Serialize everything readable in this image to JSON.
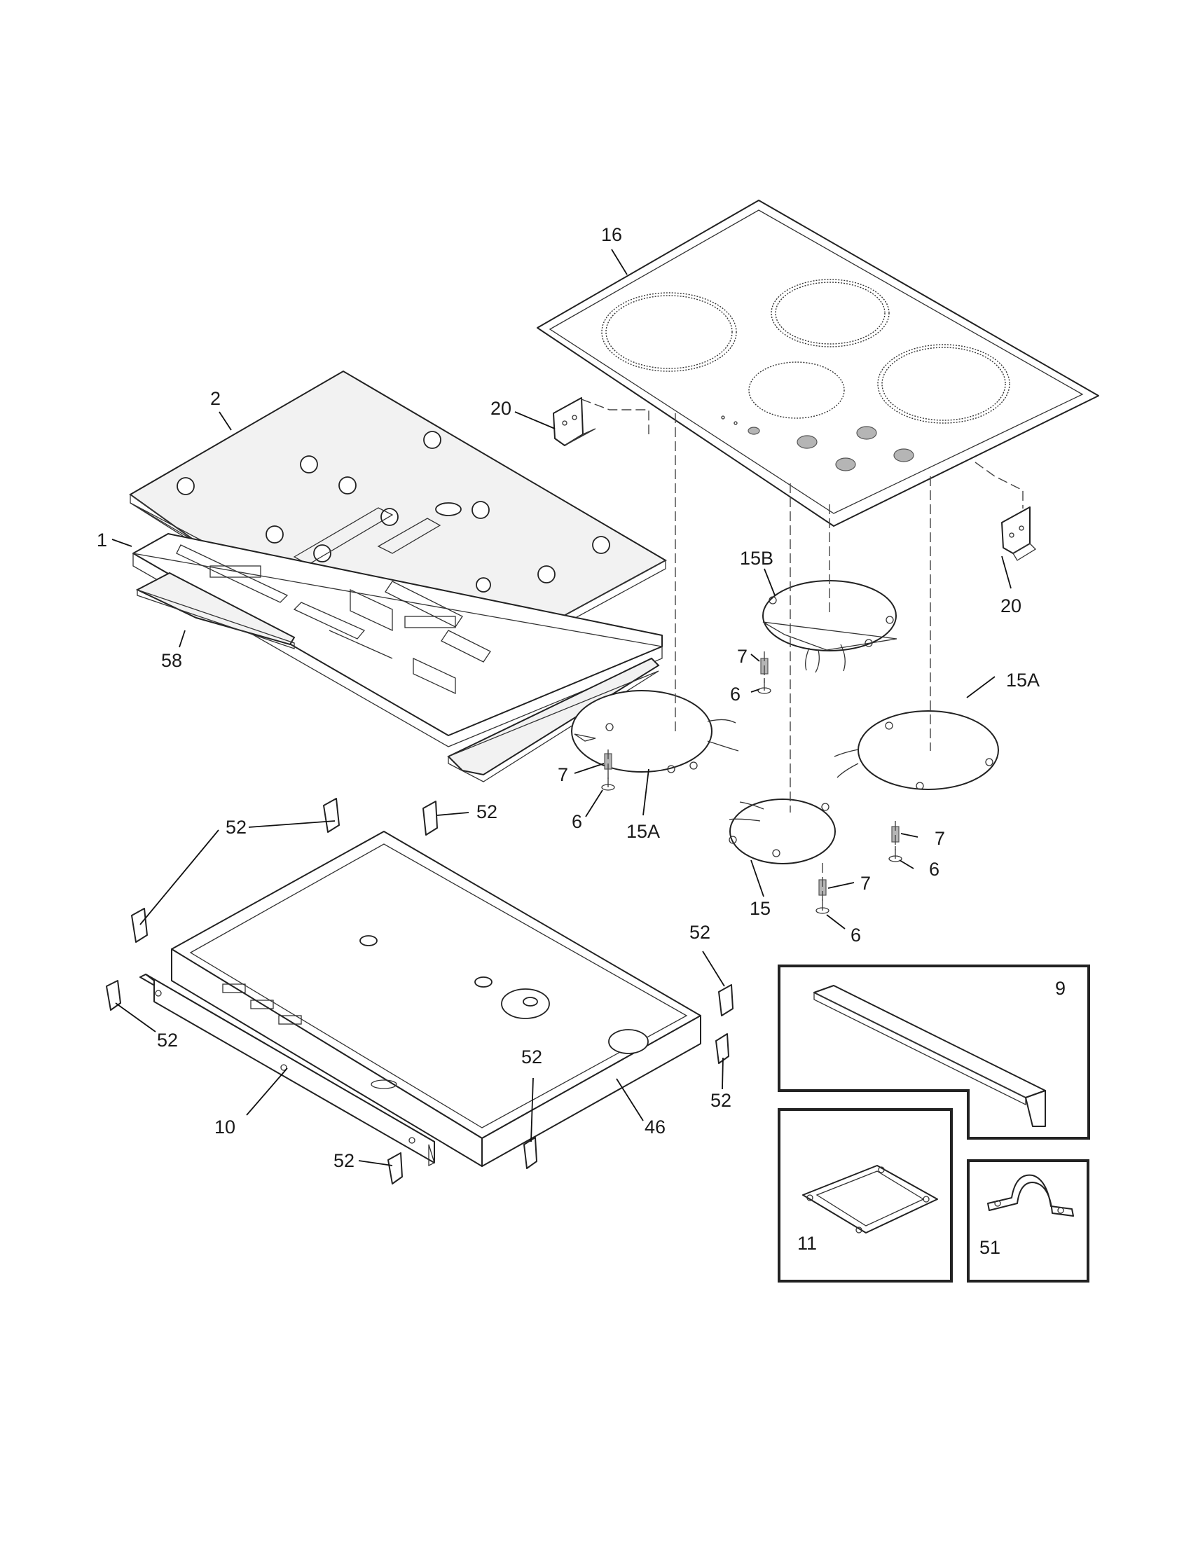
{
  "labels": {
    "l16": "16",
    "l2": "2",
    "l20a": "20",
    "l20b": "20",
    "l1": "1",
    "l58": "58",
    "l15B": "15B",
    "l7a": "7",
    "l6a": "6",
    "l15Aa": "15A",
    "l7b": "7",
    "l6b": "6",
    "l15Ab": "15A",
    "l7c": "7",
    "l6c": "6",
    "l15": "15",
    "l7d": "7",
    "l6d": "6",
    "l52a": "52",
    "l52b": "52",
    "l52c": "52",
    "l52d": "52",
    "l52e": "52",
    "l52f": "52",
    "l52g": "52",
    "l10": "10",
    "l46": "46",
    "l9": "9",
    "l11": "11",
    "l51": "51"
  }
}
